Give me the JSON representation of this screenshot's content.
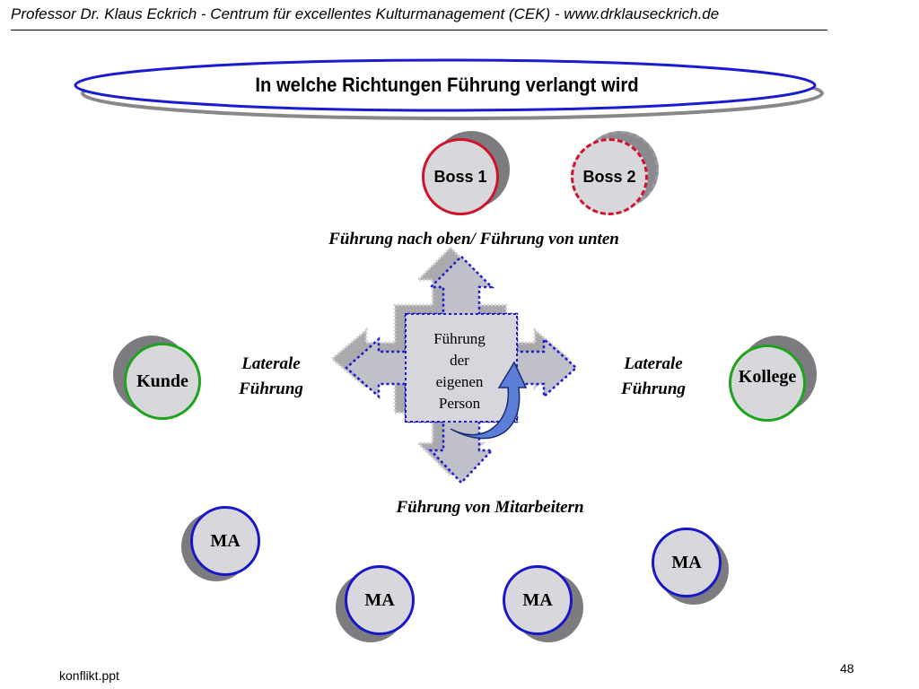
{
  "header": {
    "text": "Professor Dr. Klaus Eckrich - Centrum für excellentes Kulturmanagement (CEK) - www.drklauseckrich.de"
  },
  "title": "In welche Richtungen Führung verlangt wird",
  "nodes": {
    "boss1": "Boss 1",
    "boss2": "Boss 2",
    "kunde": "Kunde",
    "kollege": "Kollege",
    "ma1": "MA",
    "ma2": "MA",
    "ma3": "MA",
    "ma4": "MA"
  },
  "labels": {
    "up_down": "Führung nach oben/ Führung von unten",
    "lateral_left_1": "Laterale",
    "lateral_left_2": "Führung",
    "lateral_right_1": "Laterale",
    "lateral_right_2": "Führung",
    "employees": "Führung von Mitarbeitern"
  },
  "center": {
    "line1": "Führung",
    "line2": "der",
    "line3": "eigenen",
    "line4": "Person"
  },
  "footer": {
    "file": "konflikt.ppt",
    "page": "48"
  },
  "colors": {
    "boss1_ring": "#d0132d",
    "boss2_ring": "#d0132d",
    "green_ring": "#1da31d",
    "blue_ring": "#1717c8",
    "title_ellipse": "#1a1ad0",
    "node_fill": "#d8d8dc",
    "arrow_fill": "#c0c0c8",
    "curved_arrow": "#5b7fd6"
  }
}
